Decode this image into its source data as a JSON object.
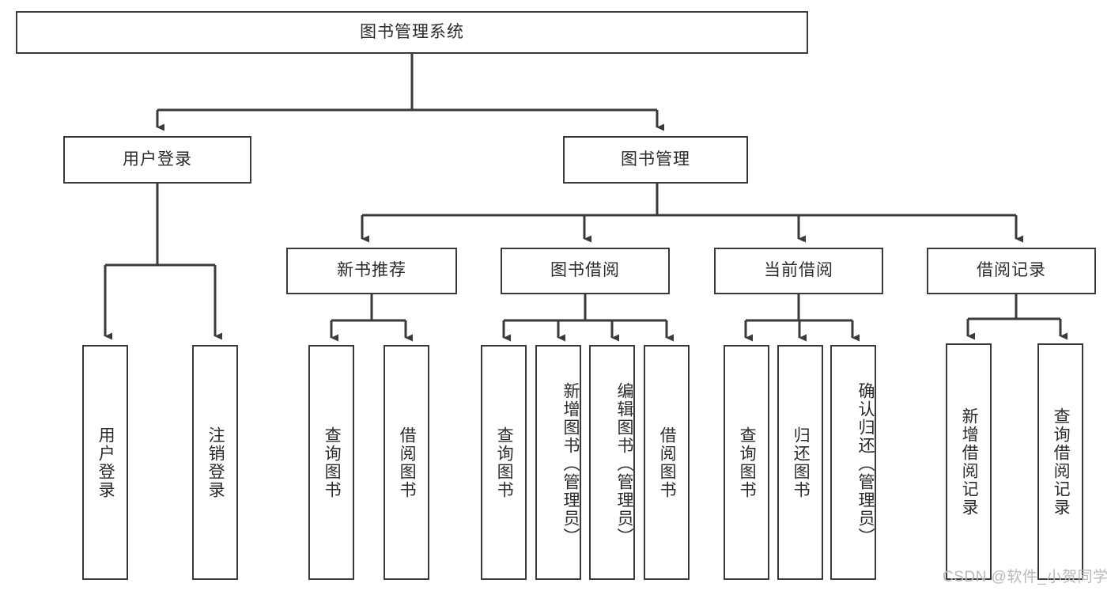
{
  "diagram": {
    "title": "图书管理系统",
    "type": "hierarchy-tree",
    "orientation": "top-down",
    "colors": {
      "box_border": "#3a3a3a",
      "box_fill": "#ffffff",
      "text": "#2b2b2b",
      "connector": "#3a3a3a",
      "watermark": "#b9b9b9",
      "background": "#ffffff"
    },
    "nodes": {
      "root": {
        "label": "图书管理系统",
        "level": 0
      },
      "user_login": {
        "label": "用户登录",
        "level": 1
      },
      "book_manage": {
        "label": "图书管理",
        "level": 1
      },
      "new_book_rec": {
        "label": "新书推荐",
        "level": 2
      },
      "book_borrow": {
        "label": "图书借阅",
        "level": 2
      },
      "current_borrow": {
        "label": "当前借阅",
        "level": 2
      },
      "borrow_record": {
        "label": "借阅记录",
        "level": 2
      },
      "leaf_user_login": {
        "label": "用户登录",
        "level": 3
      },
      "leaf_logout": {
        "label": "注销登录",
        "level": 3
      },
      "leaf_query_book_1": {
        "label": "查询图书",
        "level": 3
      },
      "leaf_borrow_book_1": {
        "label": "借阅图书",
        "level": 3
      },
      "leaf_query_book_2": {
        "label": "查询图书",
        "level": 3
      },
      "leaf_add_book": {
        "label": "新增图书（管理员）",
        "level": 3
      },
      "leaf_edit_book": {
        "label": "编辑图书（管理员）",
        "level": 3
      },
      "leaf_borrow_book_2": {
        "label": "借阅图书",
        "level": 3
      },
      "leaf_query_book_3": {
        "label": "查询图书",
        "level": 3
      },
      "leaf_return_book": {
        "label": "归还图书",
        "level": 3
      },
      "leaf_confirm_return": {
        "label": "确认归还（管理员）",
        "level": 3
      },
      "leaf_add_record": {
        "label": "新增借阅记录",
        "level": 3
      },
      "leaf_query_record": {
        "label": "查询借阅记录",
        "level": 3
      }
    },
    "edges": [
      {
        "from": "root",
        "to": "user_login"
      },
      {
        "from": "root",
        "to": "book_manage"
      },
      {
        "from": "user_login",
        "to": "leaf_user_login"
      },
      {
        "from": "user_login",
        "to": "leaf_logout"
      },
      {
        "from": "book_manage",
        "to": "new_book_rec"
      },
      {
        "from": "book_manage",
        "to": "book_borrow"
      },
      {
        "from": "book_manage",
        "to": "current_borrow"
      },
      {
        "from": "book_manage",
        "to": "borrow_record"
      },
      {
        "from": "new_book_rec",
        "to": "leaf_query_book_1"
      },
      {
        "from": "new_book_rec",
        "to": "leaf_borrow_book_1"
      },
      {
        "from": "book_borrow",
        "to": "leaf_query_book_2"
      },
      {
        "from": "book_borrow",
        "to": "leaf_add_book"
      },
      {
        "from": "book_borrow",
        "to": "leaf_edit_book"
      },
      {
        "from": "book_borrow",
        "to": "leaf_borrow_book_2"
      },
      {
        "from": "current_borrow",
        "to": "leaf_query_book_3"
      },
      {
        "from": "current_borrow",
        "to": "leaf_return_book"
      },
      {
        "from": "current_borrow",
        "to": "leaf_confirm_return"
      },
      {
        "from": "borrow_record",
        "to": "leaf_add_record"
      },
      {
        "from": "borrow_record",
        "to": "leaf_query_record"
      }
    ]
  },
  "watermark": {
    "text": "CSDN @软件_小贺同学"
  }
}
